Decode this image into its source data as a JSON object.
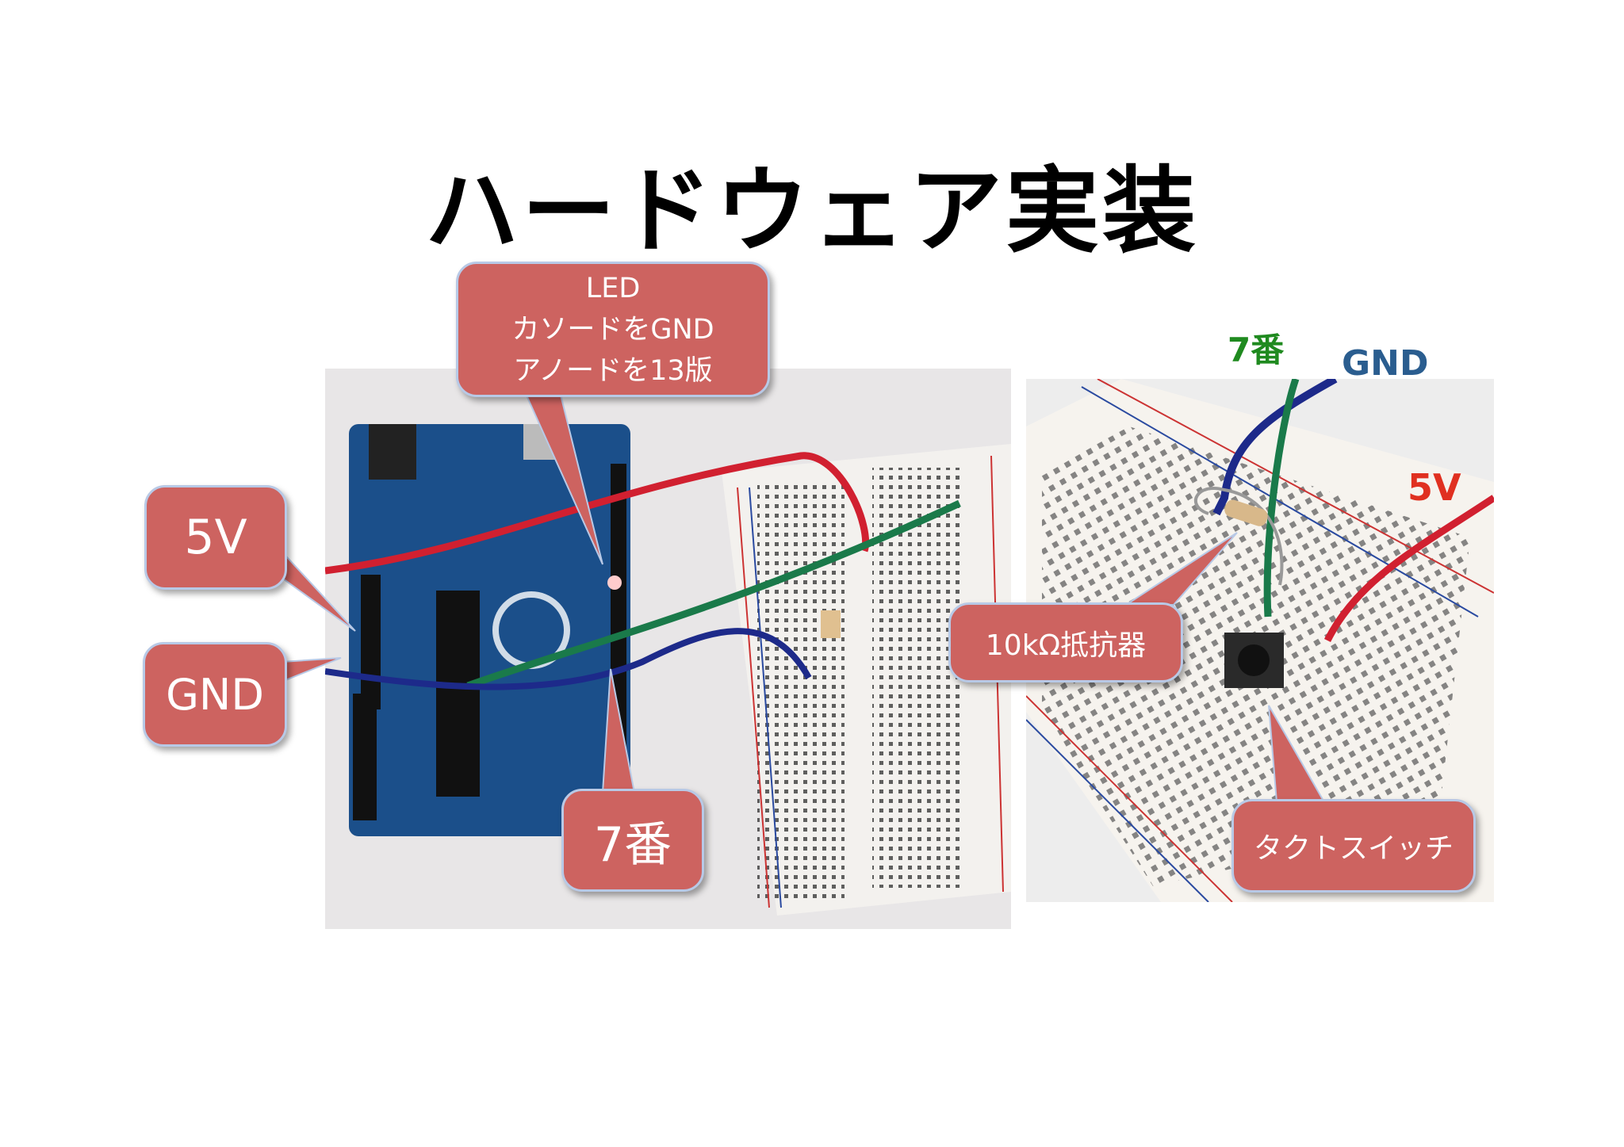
{
  "slide": {
    "title": "ハードウェア実装"
  },
  "callouts": {
    "led": {
      "line1": "LED",
      "line2": "カソードをGND",
      "line3": "アノードを13版"
    },
    "five_v": "5V",
    "gnd": "GND",
    "pin7": "7番",
    "resistor": "10kΩ抵抗器",
    "tact_switch": "タクトスイッチ"
  },
  "wire_labels": {
    "pin7": "7番",
    "gnd": "GND",
    "five_v": "5V"
  },
  "colors": {
    "callout_fill": "#cd6360",
    "label_pin7": "#1f8a1f",
    "label_gnd": "#2a5d8f",
    "label_5v": "#e03020"
  }
}
